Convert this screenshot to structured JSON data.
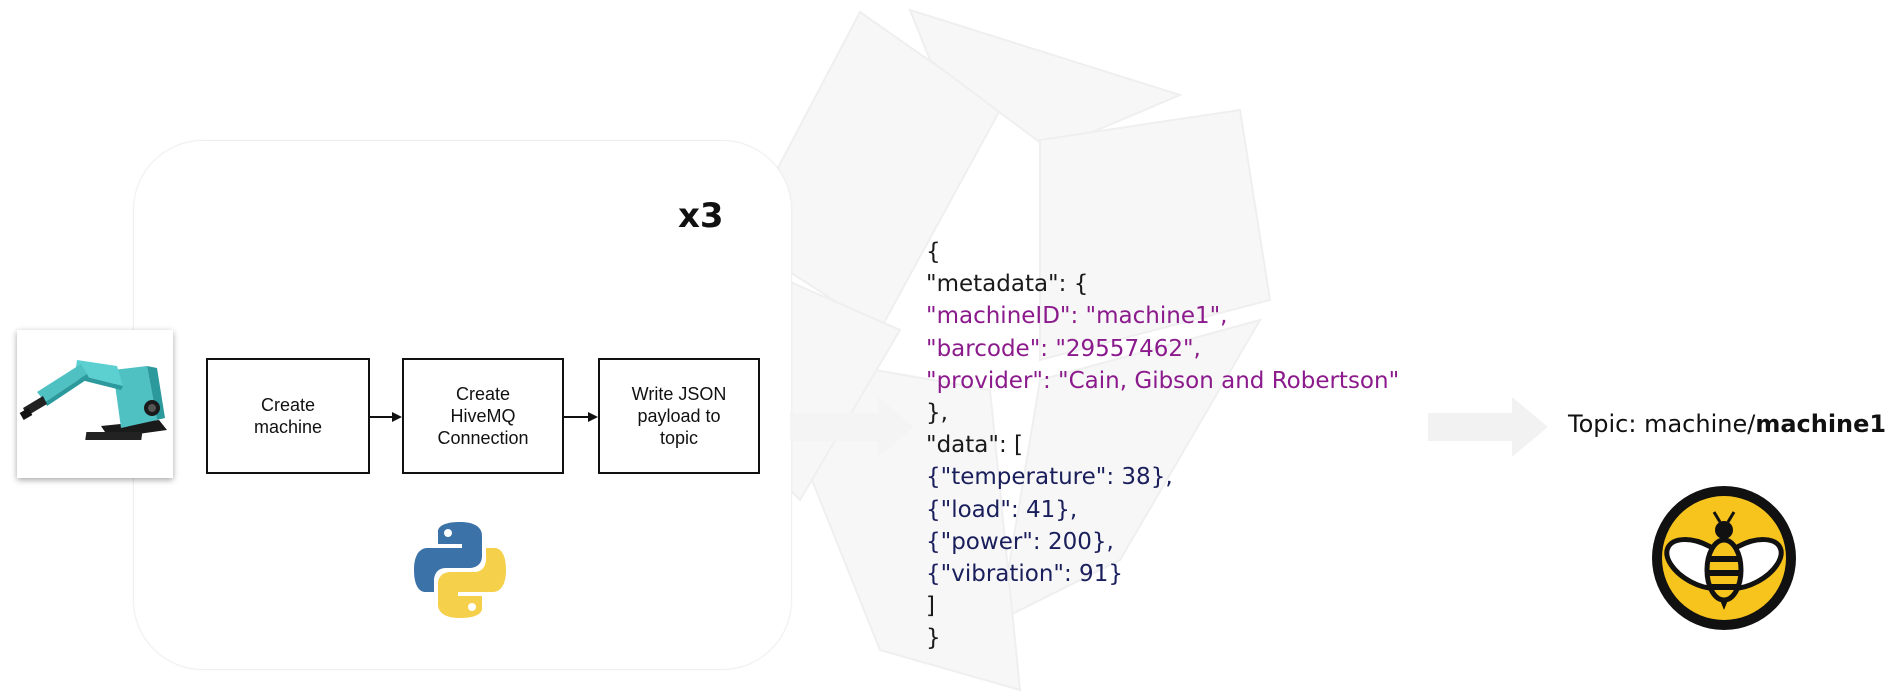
{
  "diagram": {
    "multiplier": "x3",
    "steps": [
      {
        "label": "Create\nmachine"
      },
      {
        "label": "Create\nHiveMQ\nConnection"
      },
      {
        "label": "Write JSON\npayload to\ntopic"
      }
    ],
    "icons": {
      "robot": "robot-arm-icon",
      "python": "python-logo-icon",
      "broker": "bee-logo-icon"
    }
  },
  "payload": {
    "colors": {
      "key": "#1a1a1a",
      "metadata": "#8b1a8c",
      "data": "#1a1f5c"
    },
    "lines": [
      {
        "text": "{",
        "style": "key"
      },
      {
        "text": "\"metadata\": {",
        "style": "key"
      },
      {
        "text": "\"machineID\": \"machine1\",",
        "style": "metadata"
      },
      {
        "text": "\"barcode\": \"29557462\",",
        "style": "metadata"
      },
      {
        "text": "\"provider\": \"Cain, Gibson and Robertson\"",
        "style": "metadata"
      },
      {
        "text": "},",
        "style": "key"
      },
      {
        "text": "\"data\": [",
        "style": "key"
      },
      {
        "text": "{\"temperature\": 38},",
        "style": "data"
      },
      {
        "text": "{\"load\": 41},",
        "style": "data"
      },
      {
        "text": "{\"power\": 200},",
        "style": "data"
      },
      {
        "text": "{\"vibration\": 91}",
        "style": "data"
      },
      {
        "text": "]",
        "style": "key"
      },
      {
        "text": "}",
        "style": "key"
      }
    ]
  },
  "topic": {
    "prefix": "Topic: machine/",
    "name": "machine1"
  }
}
